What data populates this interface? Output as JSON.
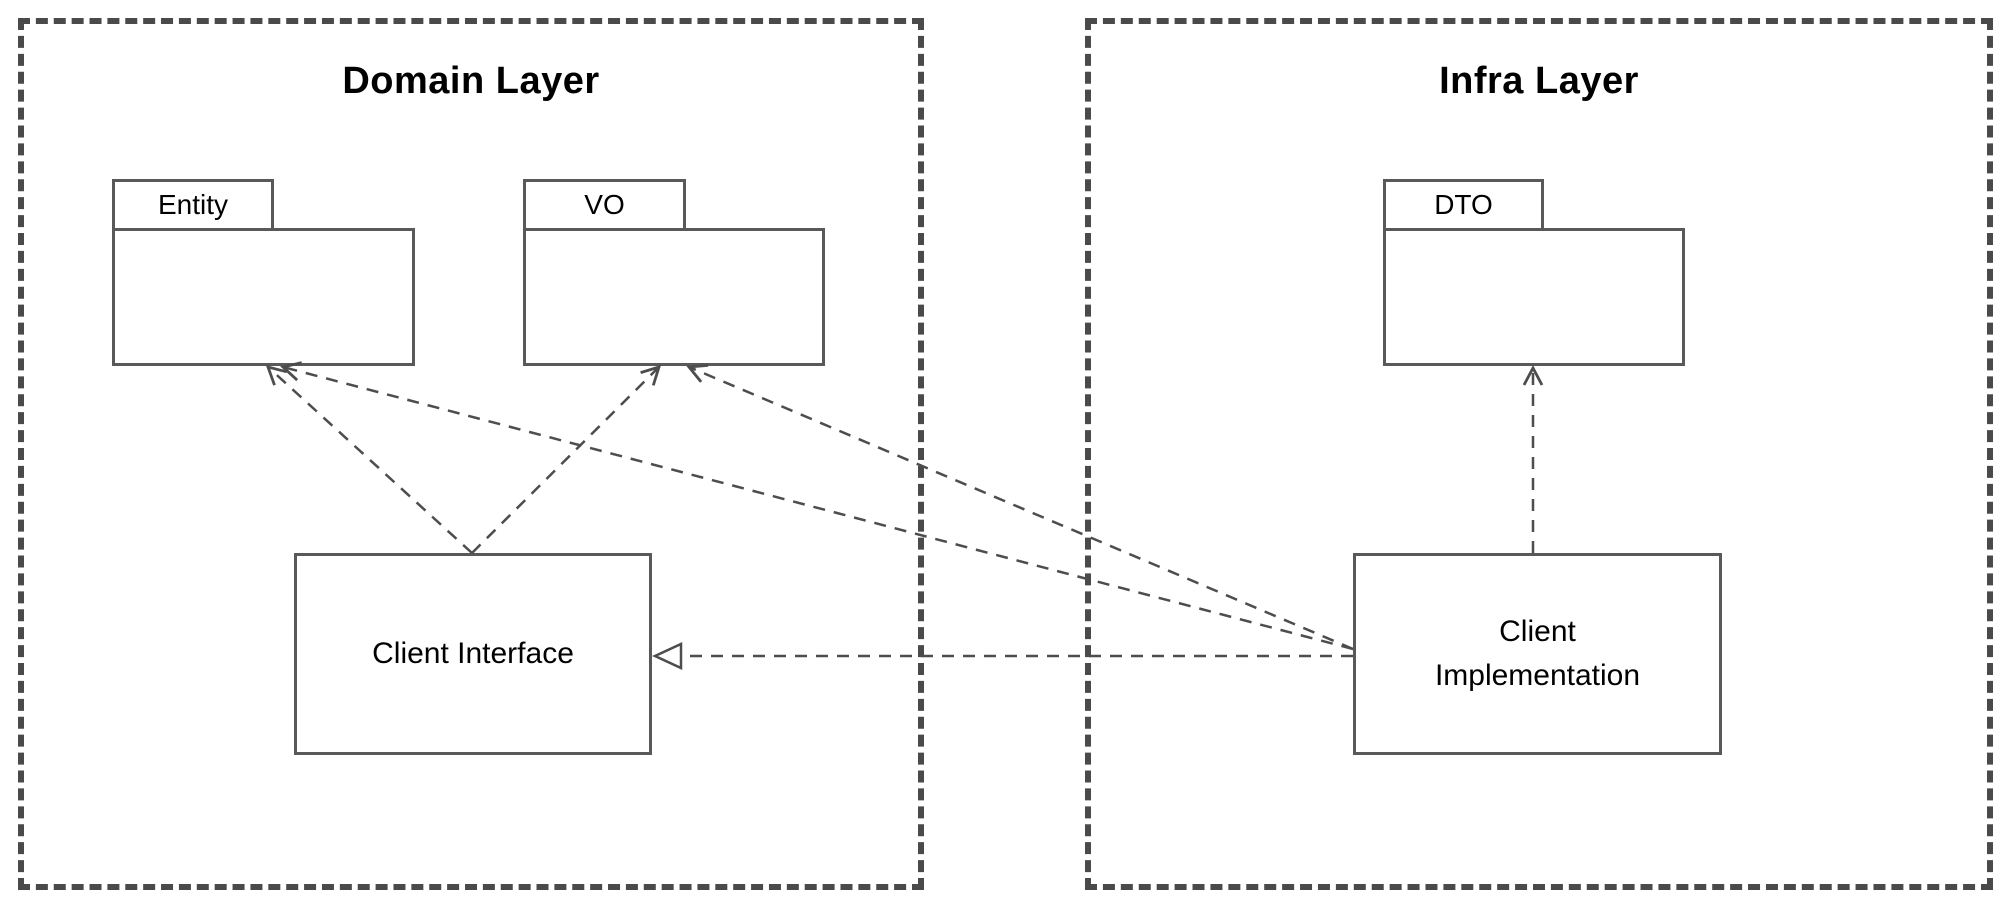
{
  "layers": {
    "domain": {
      "title": "Domain Layer"
    },
    "infra": {
      "title": "Infra Layer"
    }
  },
  "nodes": {
    "entity": {
      "label": "Entity",
      "type": "package",
      "layer": "domain"
    },
    "vo": {
      "label": "VO",
      "type": "package",
      "layer": "domain"
    },
    "dto": {
      "label": "DTO",
      "type": "package",
      "layer": "infra"
    },
    "client_interface": {
      "label": "Client Interface",
      "type": "class",
      "layer": "domain"
    },
    "client_implementation": {
      "label": "Client Implementation",
      "lines": [
        "Client",
        "Implementation"
      ],
      "type": "class",
      "layer": "infra"
    }
  },
  "edges": [
    {
      "from": "client_interface",
      "to": "entity",
      "line": "dashed",
      "arrowhead": "open-thin",
      "relation": "dependency"
    },
    {
      "from": "client_interface",
      "to": "vo",
      "line": "dashed",
      "arrowhead": "open-thin",
      "relation": "dependency"
    },
    {
      "from": "client_implementation",
      "to": "entity",
      "line": "dashed",
      "arrowhead": "open-thin",
      "relation": "dependency"
    },
    {
      "from": "client_implementation",
      "to": "vo",
      "line": "dashed",
      "arrowhead": "open-thin",
      "relation": "dependency"
    },
    {
      "from": "client_implementation",
      "to": "dto",
      "line": "dashed",
      "arrowhead": "open-thin",
      "relation": "dependency"
    },
    {
      "from": "client_implementation",
      "to": "client_interface",
      "line": "dashed",
      "arrowhead": "hollow-triangle",
      "relation": "realization"
    }
  ],
  "colors": {
    "background": "#ffffff",
    "layer_border": "#4a4a4a",
    "node_border": "#595959",
    "edge_line": "#4d4d4d",
    "text": "#000000"
  }
}
